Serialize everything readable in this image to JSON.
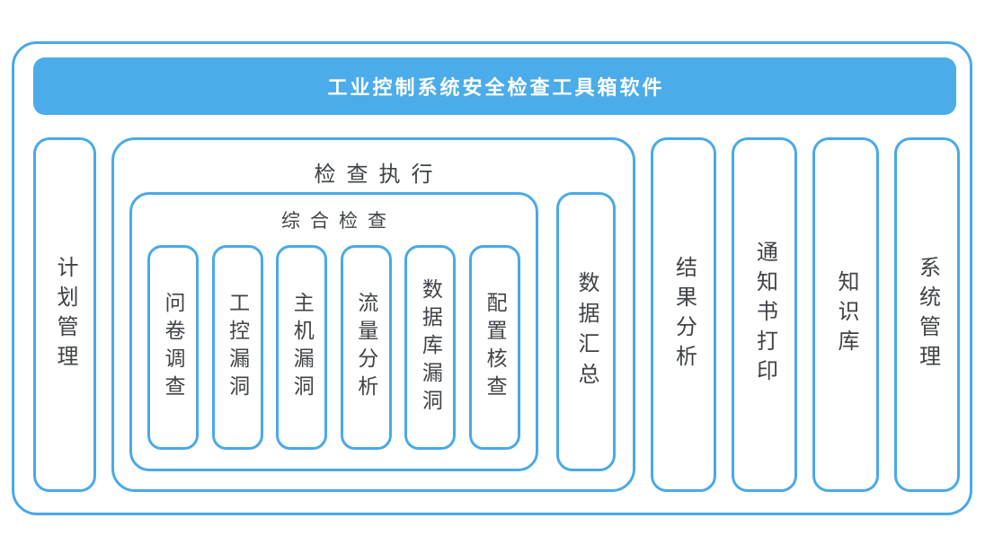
{
  "colors": {
    "accent": "#4BACE9",
    "border": "#4AA9E8",
    "text": "#3F4347",
    "title_text": "#FFFFFF",
    "background": "#FFFFFF"
  },
  "diagram": {
    "title": "工业控制系统安全检查工具箱软件",
    "plan_management": "计划管理",
    "execution": {
      "title": "检查执行",
      "comprehensive": {
        "title": "综合检查",
        "items": [
          "问卷调查",
          "工控漏洞",
          "主机漏洞",
          "流量分析",
          "数据库漏洞",
          "配置核查"
        ]
      },
      "summary": "数据汇总"
    },
    "result_analysis": "结果分析",
    "notice_printing": "通知书打印",
    "knowledge_base": "知识库",
    "system_management": "系统管理"
  }
}
